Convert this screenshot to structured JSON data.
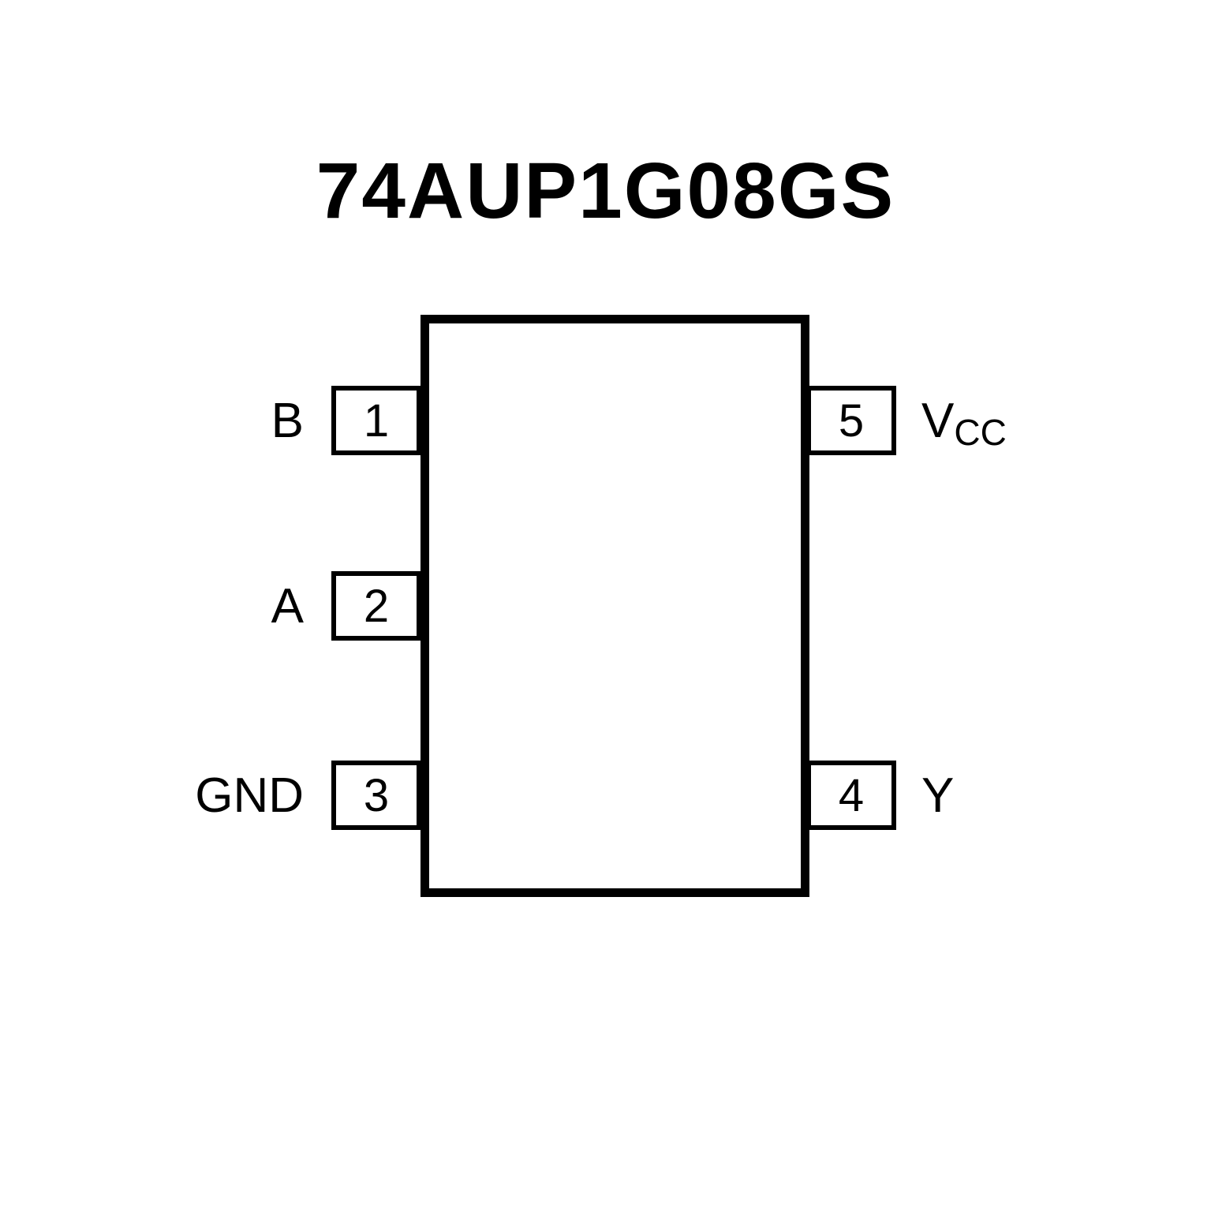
{
  "title": "74AUP1G08GS",
  "pins": {
    "left": [
      {
        "number": "1",
        "label": "B"
      },
      {
        "number": "2",
        "label": "A"
      },
      {
        "number": "3",
        "label": "GND"
      }
    ],
    "right": [
      {
        "number": "5",
        "label_main": "V",
        "label_sub": "CC"
      },
      {
        "number": "4",
        "label_main": "Y",
        "label_sub": ""
      }
    ]
  }
}
